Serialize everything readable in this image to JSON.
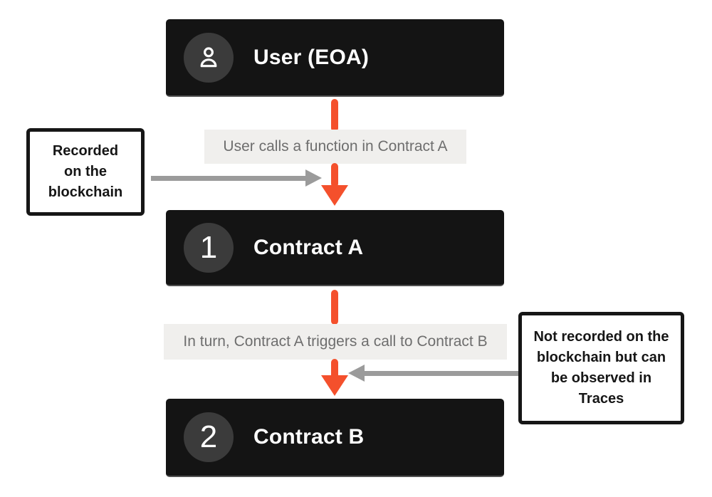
{
  "diagram": {
    "nodes": [
      {
        "id": "user-eoa",
        "badge": "person-icon",
        "label": "User (EOA)"
      },
      {
        "id": "contract-a",
        "badge": "1",
        "label": "Contract A"
      },
      {
        "id": "contract-b",
        "badge": "2",
        "label": "Contract B"
      }
    ],
    "edges": [
      {
        "from": "user-eoa",
        "to": "contract-a",
        "label": "User calls a function in Contract A"
      },
      {
        "from": "contract-a",
        "to": "contract-b",
        "label": "In turn, Contract A triggers a call to Contract B"
      }
    ],
    "notes": [
      {
        "side": "left",
        "points_to": "edge-1",
        "text": "Recorded on the blockchain",
        "lines": [
          "Recorded",
          "on the",
          "blockchain"
        ]
      },
      {
        "side": "right",
        "points_to": "edge-2",
        "text": "Not recorded on the blockchain but can be observed in Traces",
        "lines": [
          "Not recorded on the",
          "blockchain but can",
          "be observed in",
          "Traces"
        ]
      }
    ],
    "colors": {
      "background": "#ffffff",
      "node_background": "#141414",
      "node_text": "#ffffff",
      "badge_background": "#3b3b3b",
      "flow_arrow": "#f4502c",
      "note_arrow": "#9b9b9b",
      "edge_label_background": "#f0efed",
      "edge_label_text": "#6e6e6e",
      "note_border": "#161616"
    }
  }
}
